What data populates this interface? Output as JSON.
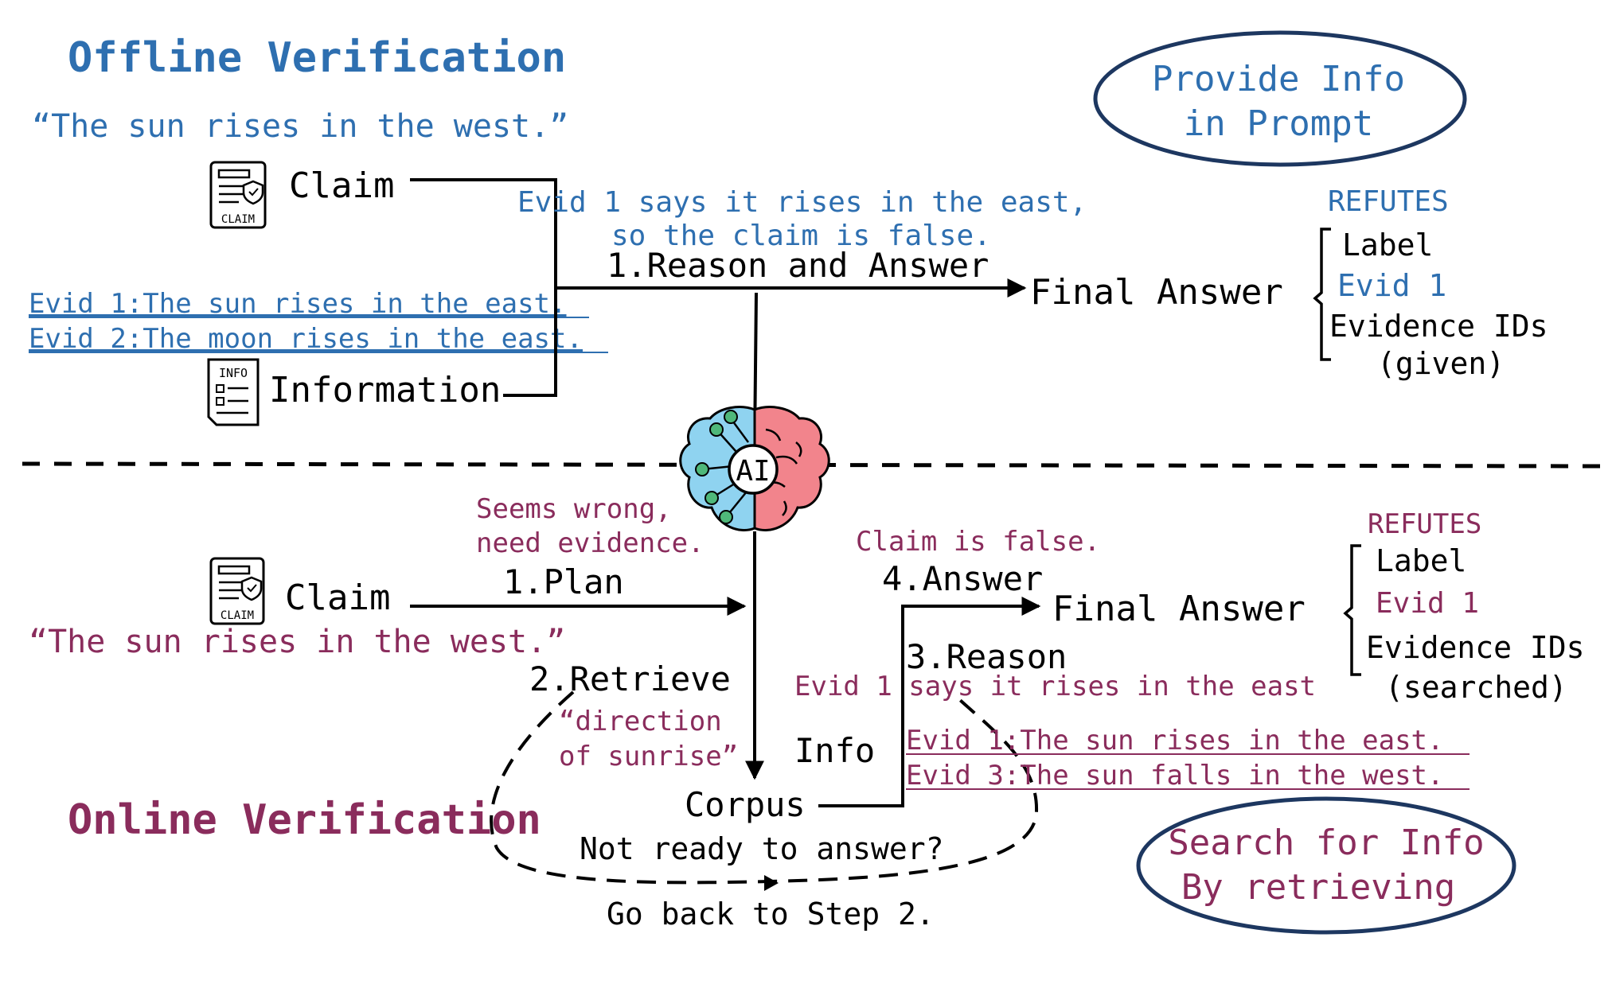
{
  "offline": {
    "title": "Offline Verification",
    "quote": "“The sun rises in the west.”",
    "claim_label": "Claim",
    "claim_icon_text": "CLAIM",
    "info_label": "Information",
    "info_icon_text": "INFO",
    "evid_1": "Evid 1:The sun rises in the east.",
    "evid_2": "Evid 2:The moon rises in the east.",
    "reason_line1": "Evid 1 says it rises in the east,",
    "reason_line2": "so the claim is false.",
    "step_label": "1.Reason and Answer",
    "final_answer": "Final Answer",
    "refutes": "REFUTES",
    "label": "Label",
    "evid_ref": "Evid 1",
    "evidence_ids": "Evidence IDs",
    "evidence_ids_note": "(given)",
    "bubble_line1": "Provide Info",
    "bubble_line2": "in Prompt"
  },
  "ai": {
    "badge": "AI"
  },
  "online": {
    "title": "Online Verification",
    "quote": "“The sun rises in the west.”",
    "claim_label": "Claim",
    "claim_icon_text": "CLAIM",
    "thought_line1": "Seems wrong,",
    "thought_line2": "need evidence.",
    "step_plan": "1.Plan",
    "step_retrieve": "2.Retrieve",
    "query_line1": "“direction",
    "query_line2": "of sunrise”",
    "info_label": "Info",
    "corpus": "Corpus",
    "not_ready": "Not ready to answer?",
    "go_back": "Go back to Step 2.",
    "answer_note": "Claim is false.",
    "step_answer": "4.Answer",
    "final_answer": "Final Answer",
    "step_reason": "3.Reason",
    "reason_text": "Evid 1 says it rises in the east",
    "evid_1": "Evid 1:The sun rises in the east.",
    "evid_3": "Evid 3:The sun falls in the west.",
    "refutes": "REFUTES",
    "label": "Label",
    "evid_ref": "Evid 1",
    "evidence_ids": "Evidence IDs",
    "evidence_ids_note": "(searched)",
    "bubble_line1": "Search for Info",
    "bubble_line2": "By retrieving"
  },
  "colors": {
    "offline_accent": "#2e6fb0",
    "online_accent": "#8a2c5c",
    "ink": "#000000",
    "brain_left": "#8fd3f0",
    "brain_right": "#f2848c",
    "node_green": "#4fb87a"
  }
}
